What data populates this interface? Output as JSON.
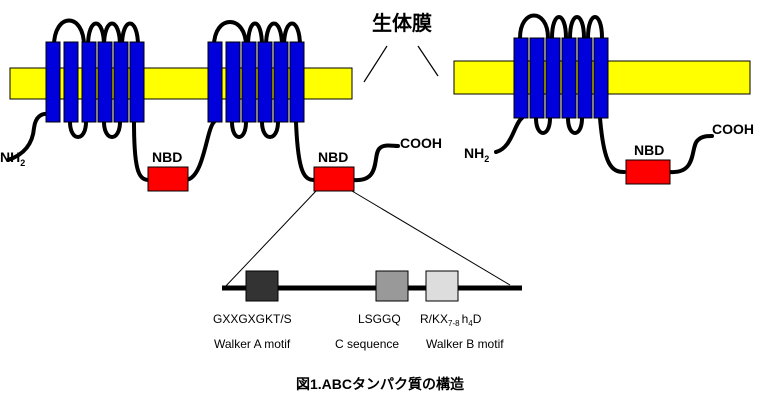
{
  "title": "生体膜",
  "caption": "図1.ABCタンパク質の構造",
  "labels": {
    "nbd": "NBD",
    "nh2_base": "NH",
    "nh2_sub": "2",
    "cooh": "COOH"
  },
  "motifs": {
    "walker_a_seq": "GXXGXGKT/S",
    "walker_a_name": "Walker A motif",
    "c_seq": "LSGGQ",
    "c_name": "C sequence",
    "walker_b_seq_1": "R/KX",
    "walker_b_seq_sub1": "7-8",
    "walker_b_seq_2": "h",
    "walker_b_seq_sub2": "4",
    "walker_b_seq_3": "D",
    "walker_b_name": "Walker B motif"
  },
  "colors": {
    "membrane": "#ffff00",
    "helix": "#0000dd",
    "nbd_box": "#ff0000",
    "walker_a_box": "#333333",
    "c_box": "#999999",
    "walker_b_box": "#dddddd"
  }
}
